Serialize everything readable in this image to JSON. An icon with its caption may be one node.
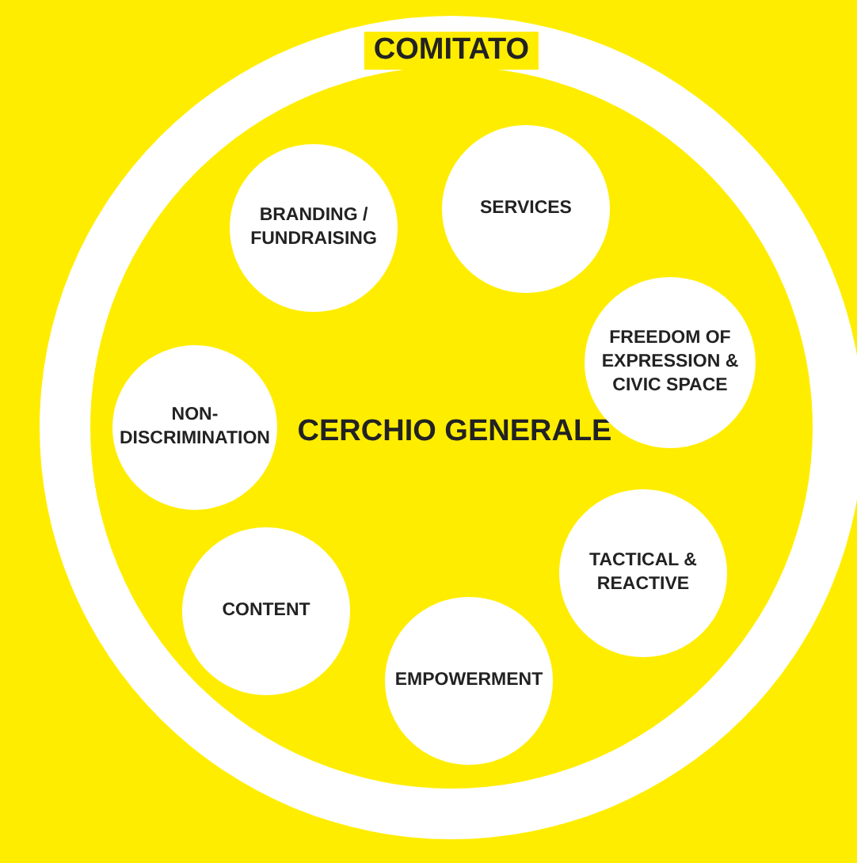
{
  "diagram": {
    "nodes": [
      {
        "text": [
          "COMITATO"
        ]
      },
      {
        "text": [
          "CERCHIO GENERALE"
        ],
        "in": 0
      },
      {
        "text": [
          "SERVICES"
        ],
        "in": 1
      },
      {
        "text": [
          "BRANDING / FUNDRAISING"
        ],
        "in": 1
      },
      {
        "text": [
          "FREEDOM OF EXPRESSION & CIVIC SPACE"
        ],
        "in": 1
      },
      {
        "text": [
          "NON-DISCRIMINATION"
        ],
        "in": 1
      },
      {
        "text": [
          "TACTICAL & REACTIVE"
        ],
        "in": 1
      },
      {
        "text": [
          "CONTENT"
        ],
        "in": 1
      },
      {
        "text": [
          "EMPOWERMENT"
        ],
        "in": 1
      }
    ]
  }
}
